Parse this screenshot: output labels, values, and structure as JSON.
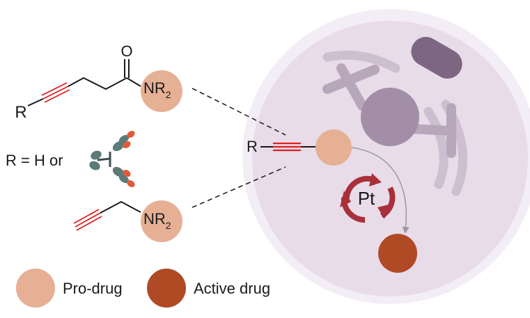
{
  "structures": {
    "top": {
      "carbonyl_label": "O",
      "r_label": "R",
      "amine_label": "NR",
      "amine_subscript": "2"
    },
    "r_definition": {
      "label": "R = H or"
    },
    "bottom": {
      "amine_label": "NR",
      "amine_subscript": "2"
    },
    "cell_molecule": {
      "r_label": "R"
    },
    "catalyst": {
      "label": "Pt"
    }
  },
  "legend": {
    "items": [
      {
        "label": "Pro-drug",
        "color": "#e6b095"
      },
      {
        "label": "Active drug",
        "color": "#b04a25"
      }
    ]
  },
  "colors": {
    "prodrug": "#e6b095",
    "active_drug": "#b04a25",
    "alkyne": "#e02020",
    "cell_outer": "#f3edf5",
    "cell_inner": "#e8dce9",
    "organelle": "#b8a6bb",
    "nucleus": "#a28ea6",
    "mitochondrion": "#7d6681",
    "catalyst": "#a8303b",
    "antibody_arm": "#5c7a78",
    "antibody_tip": "#e05a3a"
  },
  "icons": {
    "antibody": "antibody-icon",
    "catalytic_cycle": "catalytic-cycle-icon",
    "reaction_arrow": "curved-arrow-icon"
  }
}
